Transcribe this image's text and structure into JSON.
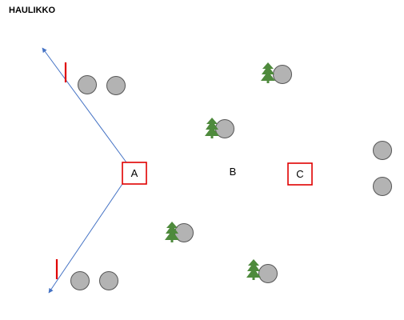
{
  "title": "HAULIKKO",
  "positions": [
    {
      "id": "A",
      "label": "A",
      "boxed": true
    },
    {
      "id": "B",
      "label": "B",
      "boxed": false
    },
    {
      "id": "C",
      "label": "C",
      "boxed": true
    }
  ],
  "colors": {
    "arrow": "#4472c4",
    "box_border": "#e00000",
    "limit_marker": "#e00000",
    "target_fill": "#b3b3b3",
    "target_stroke": "#555555",
    "tree": "#4e8a3c"
  },
  "icons": [
    "target-circle",
    "tree-icon",
    "limit-marker",
    "direction-arrow"
  ]
}
